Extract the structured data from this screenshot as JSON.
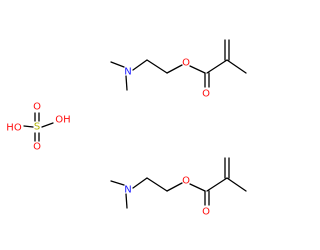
{
  "colors": {
    "bond": "#000000",
    "nitrogen": "#1a1aff",
    "oxygen": "#ff0d0d",
    "sulfur": "#b2b200",
    "background": "#ffffff"
  },
  "molecule_top": {
    "n_label": "N",
    "ester_o_label": "O",
    "carbonyl_o_label": "O"
  },
  "sulfuric_acid": {
    "s_label": "S",
    "o_top_label": "O",
    "o_bottom_label": "O",
    "oh_left_label": "HO",
    "oh_right_label": "OH"
  },
  "molecule_bottom": {
    "n_label": "N",
    "ester_o_label": "O",
    "carbonyl_o_label": "O"
  }
}
